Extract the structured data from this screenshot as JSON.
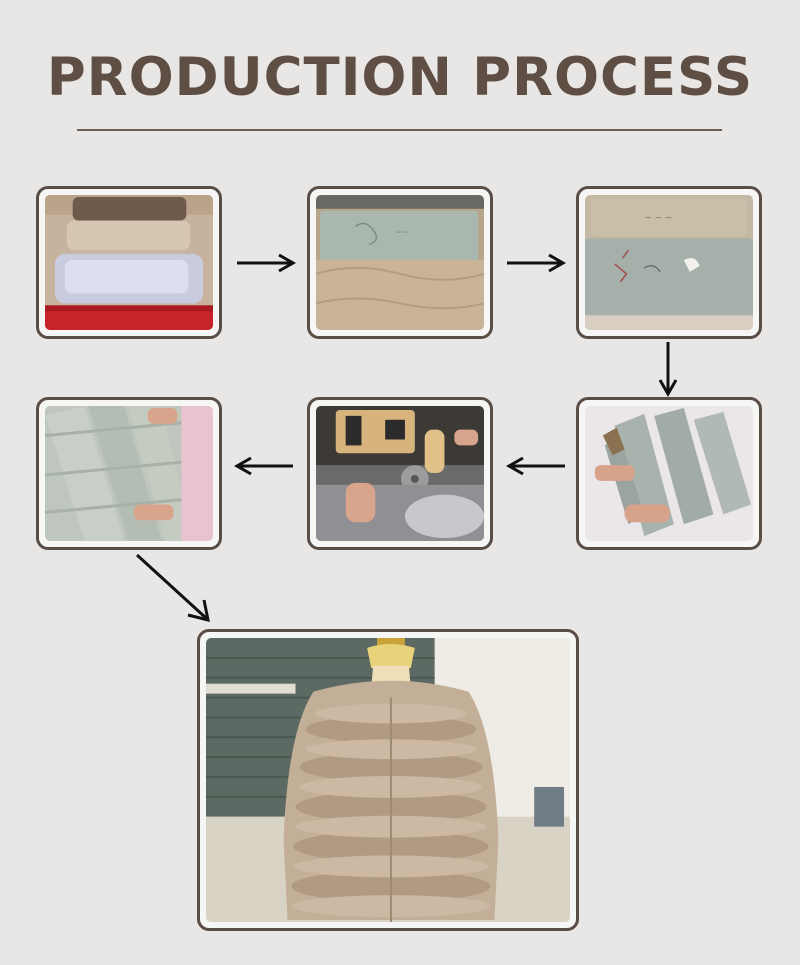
{
  "header": {
    "title": "PRODUCTION PROCESS",
    "accent_color": "#5e4e43",
    "background_color": "#e8e7e5"
  },
  "steps": [
    {
      "photo": "stacked-fur-pelts-photo",
      "arrow_to_next": "right-arrow-icon"
    },
    {
      "photo": "pelt-backside-marking-photo",
      "arrow_to_next": "right-arrow-icon"
    },
    {
      "photo": "pattern-drawn-pelts-photo",
      "arrow_to_next": "down-arrow-icon"
    },
    {
      "photo": "pelt-strip-cutting-photo",
      "arrow_to_next": "left-arrow-icon"
    },
    {
      "photo": "fur-sewing-machine-photo",
      "arrow_to_next": "left-arrow-icon"
    },
    {
      "photo": "sewn-fur-panel-photo",
      "arrow_to_next": "diagonal-arrow-icon"
    },
    {
      "photo": "finished-fur-coat-on-mannequin-photo",
      "arrow_to_next": ""
    }
  ]
}
